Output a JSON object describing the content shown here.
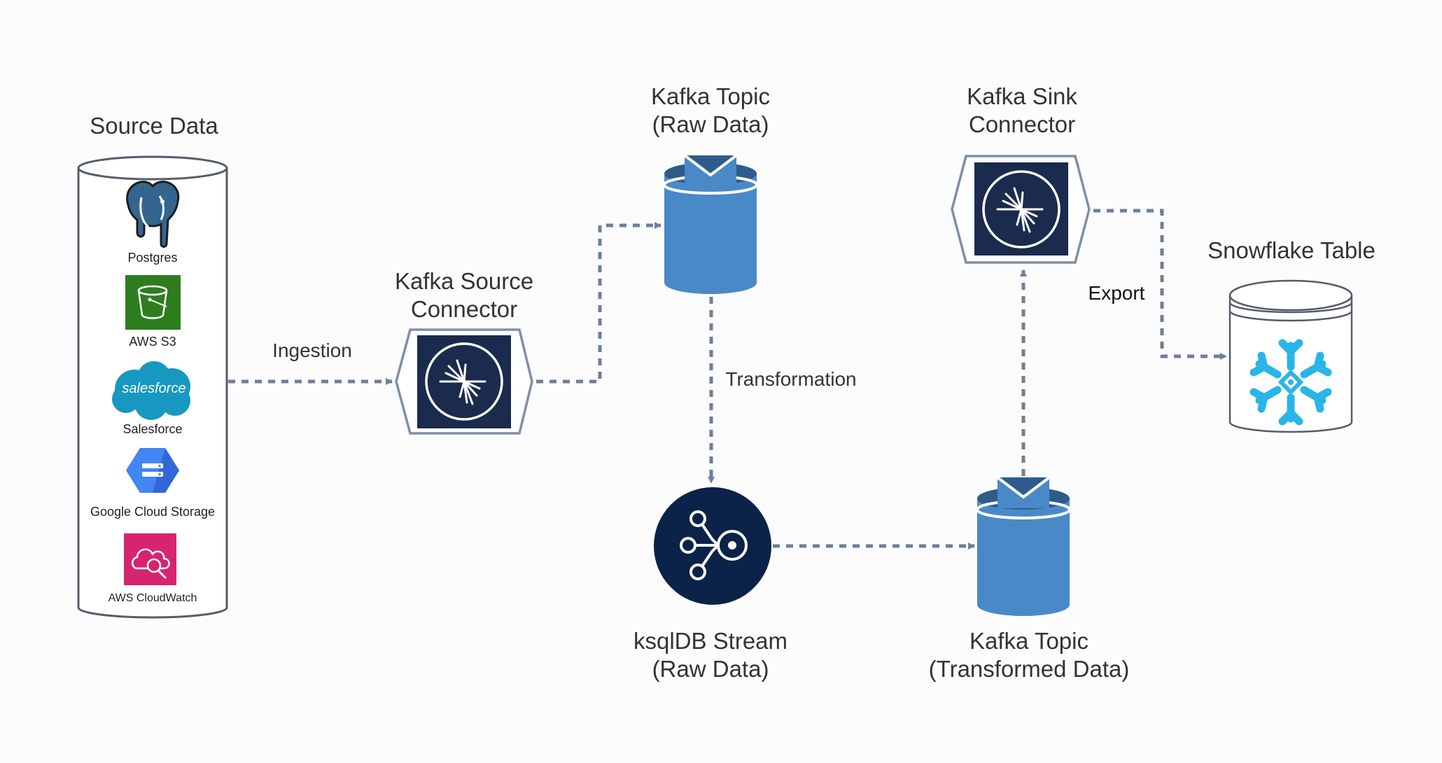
{
  "source": {
    "title": "Source Data",
    "items": [
      {
        "label": "Postgres",
        "icon": "postgres-elephant-icon"
      },
      {
        "label": "AWS S3",
        "icon": "aws-s3-bucket-icon",
        "color": "#2E7D1F"
      },
      {
        "label": "Salesforce",
        "icon": "salesforce-cloud-icon",
        "logo_text": "salesforce",
        "color": "#1798C1"
      },
      {
        "label": "Google Cloud Storage",
        "icon": "google-cloud-storage-icon",
        "color": "#4285F4"
      },
      {
        "label": "AWS CloudWatch",
        "icon": "aws-cloudwatch-icon",
        "color": "#D6246E"
      }
    ]
  },
  "nodes": {
    "source_connector": "Kafka Source\nConnector",
    "topic_raw": "Kafka Topic\n(Raw Data)",
    "ksqldb_stream": "ksqlDB Stream\n(Raw Data)",
    "topic_transformed": "Kafka Topic\n(Transformed Data)",
    "sink_connector": "Kafka Sink\nConnector",
    "snowflake_table": "Snowflake Table"
  },
  "edges": {
    "ingestion": "Ingestion",
    "transformation": "Transformation",
    "export": "Export"
  },
  "colors": {
    "connector_dark": "#1B2B4E",
    "topic_blue": "#4A89C8",
    "topic_dark": "#2F5B8C",
    "ksqldb_navy": "#0B2348",
    "arrow": "#6E7E9A",
    "snowflake": "#29B5E8"
  }
}
